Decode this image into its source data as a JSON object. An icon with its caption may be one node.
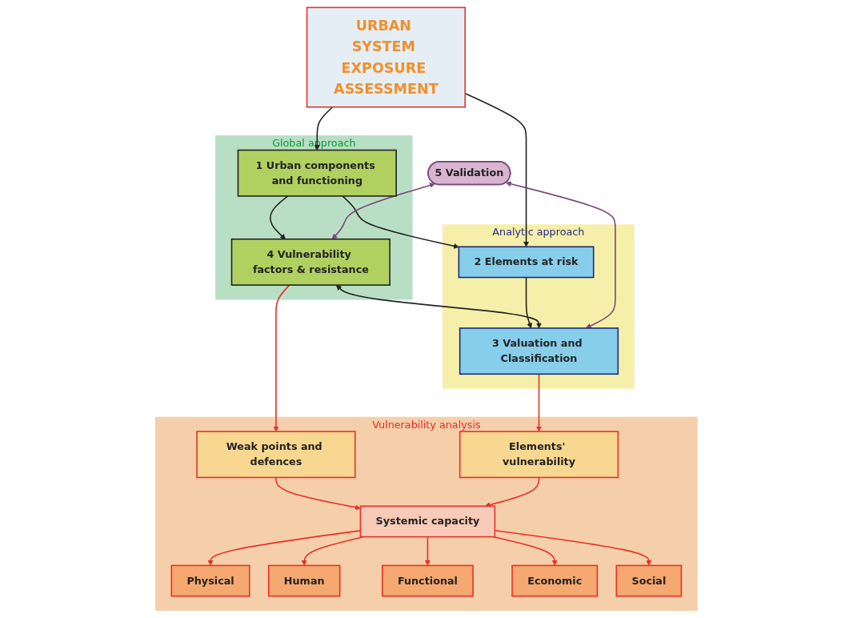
{
  "diagram": {
    "nodes": [
      {
        "text": [
          "URBAN SYSTEM EXPOSURE ASSESSMENT"
        ]
      },
      {
        "text": [
          "Global approach"
        ]
      },
      {
        "text": [
          "1 Urban components and functioning"
        ],
        "in": 1
      },
      {
        "text": [
          "4 Vulnerability factors & resistance"
        ],
        "in": 1
      },
      {
        "text": [
          "Analytic approach"
        ]
      },
      {
        "text": [
          "2 Elements at risk"
        ],
        "in": 4
      },
      {
        "text": [
          "3 Valuation and Classification"
        ],
        "in": 4
      },
      {
        "text": [
          "5 Validation"
        ]
      },
      {
        "text": [
          "Vulnerability analysis"
        ]
      },
      {
        "text": [
          "Weak points and defences"
        ],
        "in": 8
      },
      {
        "text": [
          "Elements' vulnerability"
        ],
        "in": 8
      },
      {
        "text": [
          "Systemic capacity"
        ],
        "in": 8
      },
      {
        "text": [
          "Physical"
        ],
        "in": 8
      },
      {
        "text": [
          "Human"
        ],
        "in": 8
      },
      {
        "text": [
          "Functional"
        ],
        "in": 8
      },
      {
        "text": [
          "Economic"
        ],
        "in": 8
      },
      {
        "text": [
          "Social"
        ],
        "in": 8
      }
    ],
    "edges": [
      {
        "from": 0,
        "to": 2,
        "arrow": "to",
        "color": "#222222"
      },
      {
        "from": 0,
        "to": 5,
        "arrow": "to",
        "color": "#222222"
      },
      {
        "from": 2,
        "to": 5,
        "arrow": "to",
        "color": "#222222"
      },
      {
        "from": 2,
        "to": 3,
        "arrow": "to",
        "color": "#222222"
      },
      {
        "from": 5,
        "to": 6,
        "arrow": "to",
        "color": "#222222"
      },
      {
        "from": 3,
        "to": 6,
        "arrow": "both",
        "color": "#222222"
      },
      {
        "from": 7,
        "to": 3,
        "arrow": "both",
        "color": "#7a4a7a"
      },
      {
        "from": 7,
        "to": 6,
        "arrow": "both",
        "color": "#7a4a7a"
      },
      {
        "from": 3,
        "to": 9,
        "arrow": "to",
        "color": "#e8302a"
      },
      {
        "from": 6,
        "to": 10,
        "arrow": "to",
        "color": "#e8302a"
      },
      {
        "from": 9,
        "to": 11,
        "arrow": "to",
        "color": "#e8302a"
      },
      {
        "from": 10,
        "to": 11,
        "arrow": "to",
        "color": "#e8302a"
      },
      {
        "from": 11,
        "to": 12,
        "arrow": "to",
        "color": "#e8302a"
      },
      {
        "from": 11,
        "to": 13,
        "arrow": "to",
        "color": "#e8302a"
      },
      {
        "from": 11,
        "to": 14,
        "arrow": "to",
        "color": "#e8302a"
      },
      {
        "from": 11,
        "to": 15,
        "arrow": "to",
        "color": "#e8302a"
      },
      {
        "from": 11,
        "to": 16,
        "arrow": "to",
        "color": "#e8302a"
      }
    ]
  }
}
